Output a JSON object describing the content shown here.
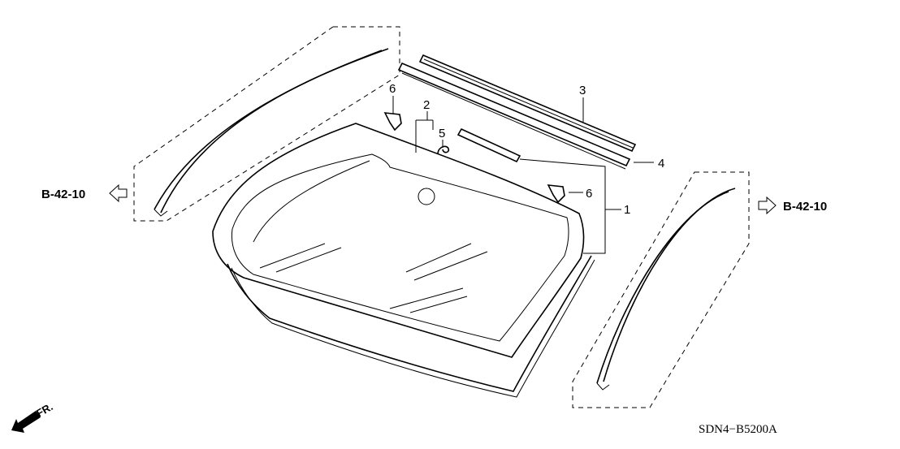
{
  "diagram": {
    "callouts": {
      "part_1": "1",
      "part_2": "2",
      "part_3": "3",
      "part_4": "4",
      "part_5": "5",
      "part_6_upper": "6",
      "part_6_lower": "6"
    },
    "references": {
      "left": "B-42-10",
      "right": "B-42-10"
    },
    "front_indicator": "FR.",
    "diagram_code": "SDN4−B5200A"
  }
}
